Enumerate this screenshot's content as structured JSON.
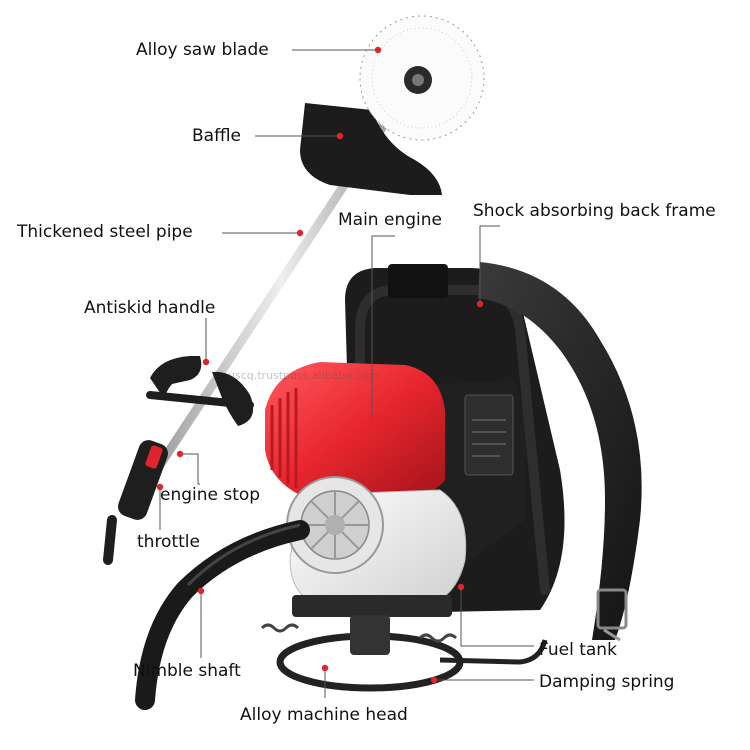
{
  "labels": {
    "alloy_saw_blade": "Alloy saw blade",
    "baffle": "Baffle",
    "thickened_steel_pipe": "Thickened steel pipe",
    "main_engine": "Main engine",
    "shock_absorbing_back_frame": "Shock absorbing back frame",
    "antiskid_handle": "Antiskid handle",
    "engine_stop": "engine stop",
    "throttle": "throttle",
    "nimble_shaft": "Nimble shaft",
    "fuel_tank": "Fuel tank",
    "damping_spring": "Damping spring",
    "alloy_machine_head": "Alloy machine head"
  },
  "watermark": "uscq.trustpass.alibaba.com",
  "colors": {
    "accent": "#e0242c",
    "engine_red": "#e8262e",
    "frame_black": "#1e1e1e",
    "callout": "#555555"
  }
}
